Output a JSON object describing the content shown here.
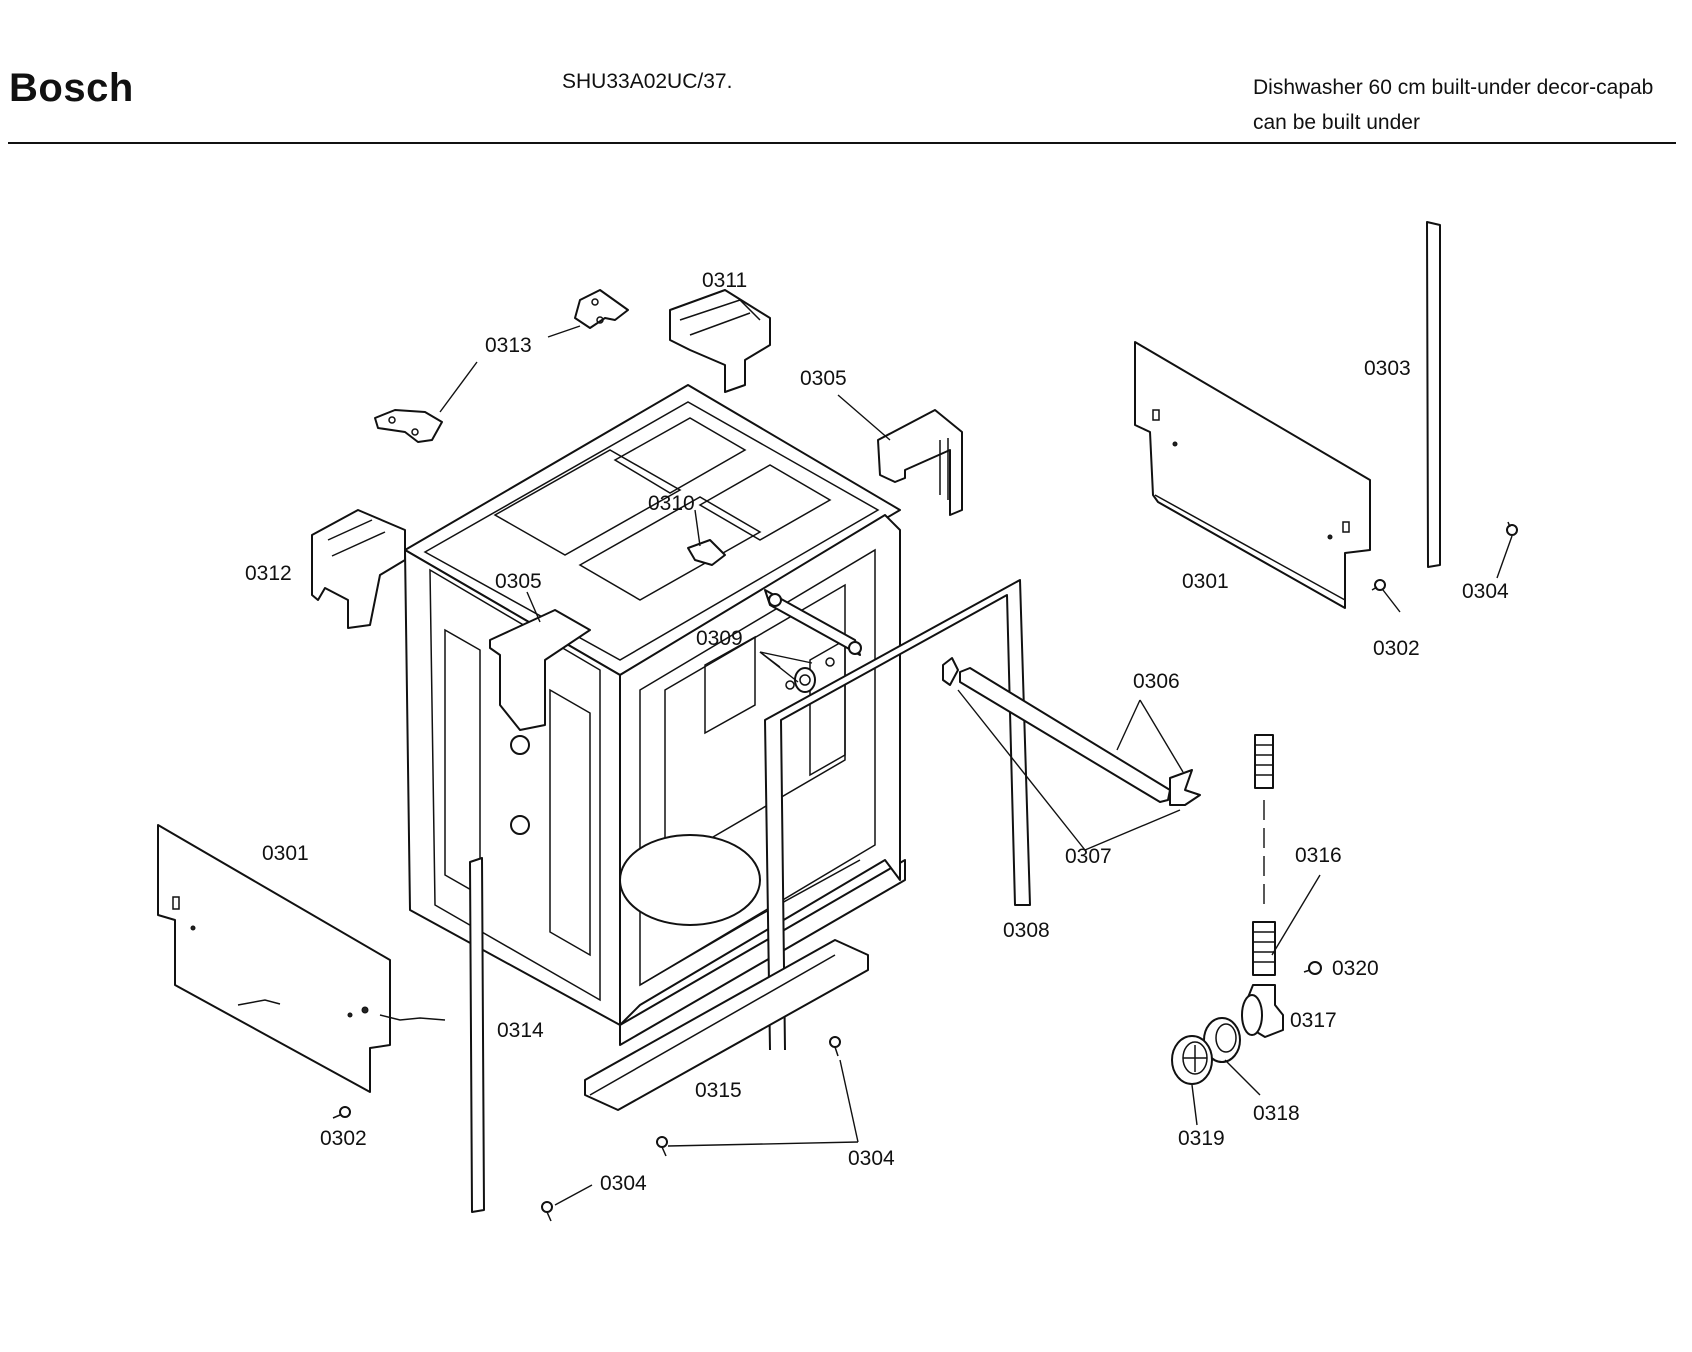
{
  "header": {
    "brand": "Bosch",
    "model": "SHU33A02UC/37.",
    "description_line1": "Dishwasher 60 cm built-under decor-capab",
    "description_line2": "can be built under"
  },
  "callouts": {
    "c0301a": "0301",
    "c0301b": "0301",
    "c0302a": "0302",
    "c0302b": "0302",
    "c0303": "0303",
    "c0304a": "0304",
    "c0304b": "0304",
    "c0304c": "0304",
    "c0305a": "0305",
    "c0305b": "0305",
    "c0306": "0306",
    "c0307": "0307",
    "c0308": "0308",
    "c0309": "0309",
    "c0310": "0310",
    "c0311": "0311",
    "c0312": "0312",
    "c0313": "0313",
    "c0314": "0314",
    "c0315": "0315",
    "c0316": "0316",
    "c0317": "0317",
    "c0318": "0318",
    "c0319": "0319",
    "c0320": "0320"
  }
}
